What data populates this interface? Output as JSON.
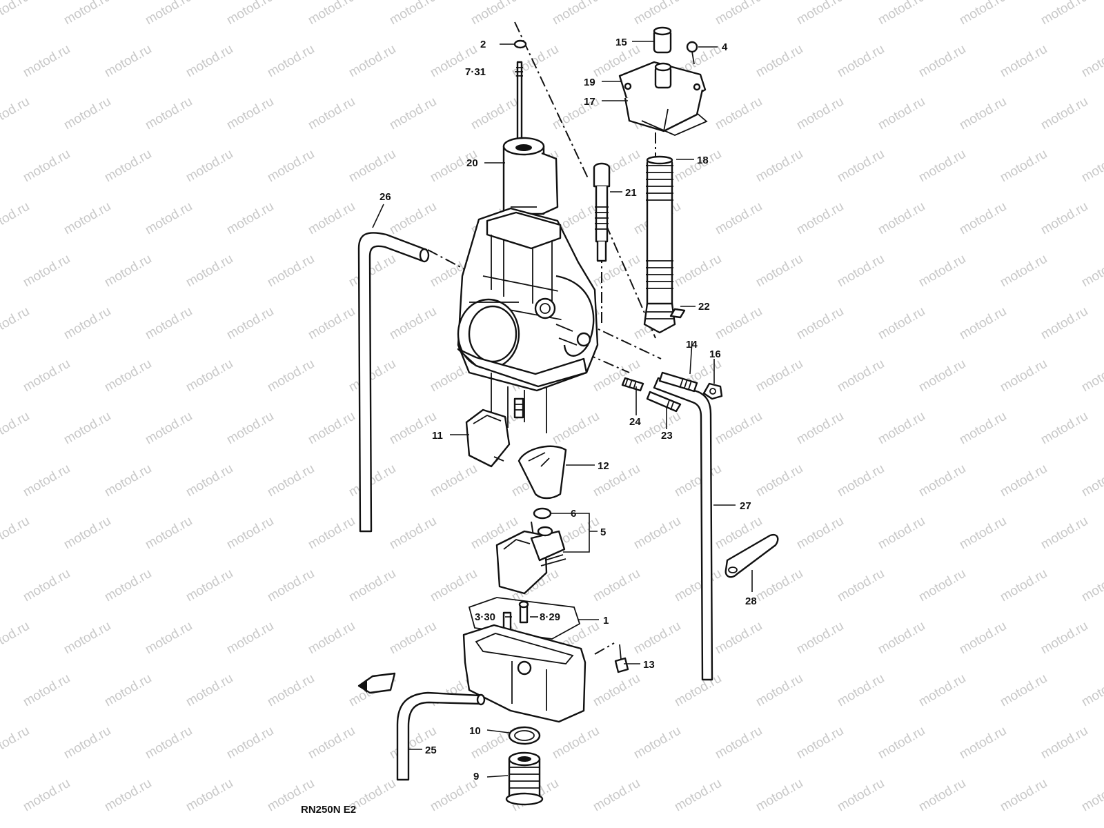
{
  "watermark": "motod.ru",
  "model_code": "RN250N E2",
  "colors": {
    "lines": "#111111",
    "watermark": "#c8c8c8",
    "background": "#ffffff"
  },
  "icons": {
    "front_arrow": "front-direction-arrow-icon"
  },
  "callouts": [
    {
      "id": "c1",
      "text": "1"
    },
    {
      "id": "c2",
      "text": "2"
    },
    {
      "id": "c330",
      "text": "3·30"
    },
    {
      "id": "c4",
      "text": "4"
    },
    {
      "id": "c5",
      "text": "5"
    },
    {
      "id": "c6",
      "text": "6"
    },
    {
      "id": "c731",
      "text": "7·31"
    },
    {
      "id": "c829",
      "text": "8·29"
    },
    {
      "id": "c9",
      "text": "9"
    },
    {
      "id": "c10",
      "text": "10"
    },
    {
      "id": "c11",
      "text": "11"
    },
    {
      "id": "c12",
      "text": "12"
    },
    {
      "id": "c13",
      "text": "13"
    },
    {
      "id": "c14",
      "text": "14"
    },
    {
      "id": "c15",
      "text": "15"
    },
    {
      "id": "c16",
      "text": "16"
    },
    {
      "id": "c17",
      "text": "17"
    },
    {
      "id": "c18",
      "text": "18"
    },
    {
      "id": "c19",
      "text": "19"
    },
    {
      "id": "c20",
      "text": "20"
    },
    {
      "id": "c21",
      "text": "21"
    },
    {
      "id": "c22",
      "text": "22"
    },
    {
      "id": "c23",
      "text": "23"
    },
    {
      "id": "c24",
      "text": "24"
    },
    {
      "id": "c25",
      "text": "25"
    },
    {
      "id": "c26",
      "text": "26"
    },
    {
      "id": "c27",
      "text": "27"
    },
    {
      "id": "c28",
      "text": "28"
    }
  ]
}
